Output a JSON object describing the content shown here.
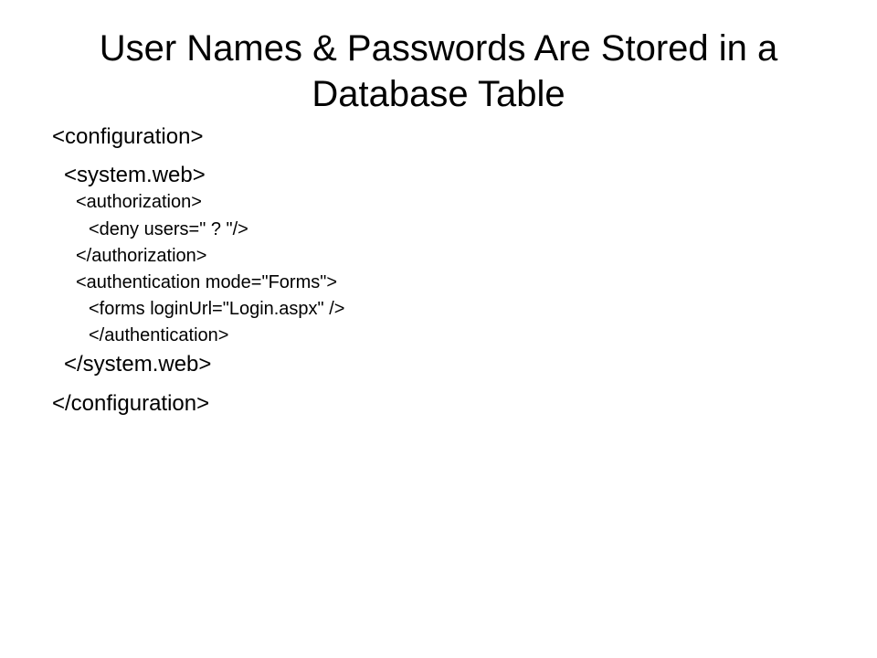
{
  "slide": {
    "title": "User Names & Passwords Are Stored in a Database Table",
    "code_lines": [
      "<configuration>",
      "<system.web>",
      "<authorization>",
      "<deny users=\" ? \"/>",
      "</authorization>",
      "<authentication mode=\"Forms\">",
      "<forms loginUrl=\"Login.aspx\" />",
      "</authentication>",
      "</system.web>",
      "</configuration>"
    ]
  }
}
